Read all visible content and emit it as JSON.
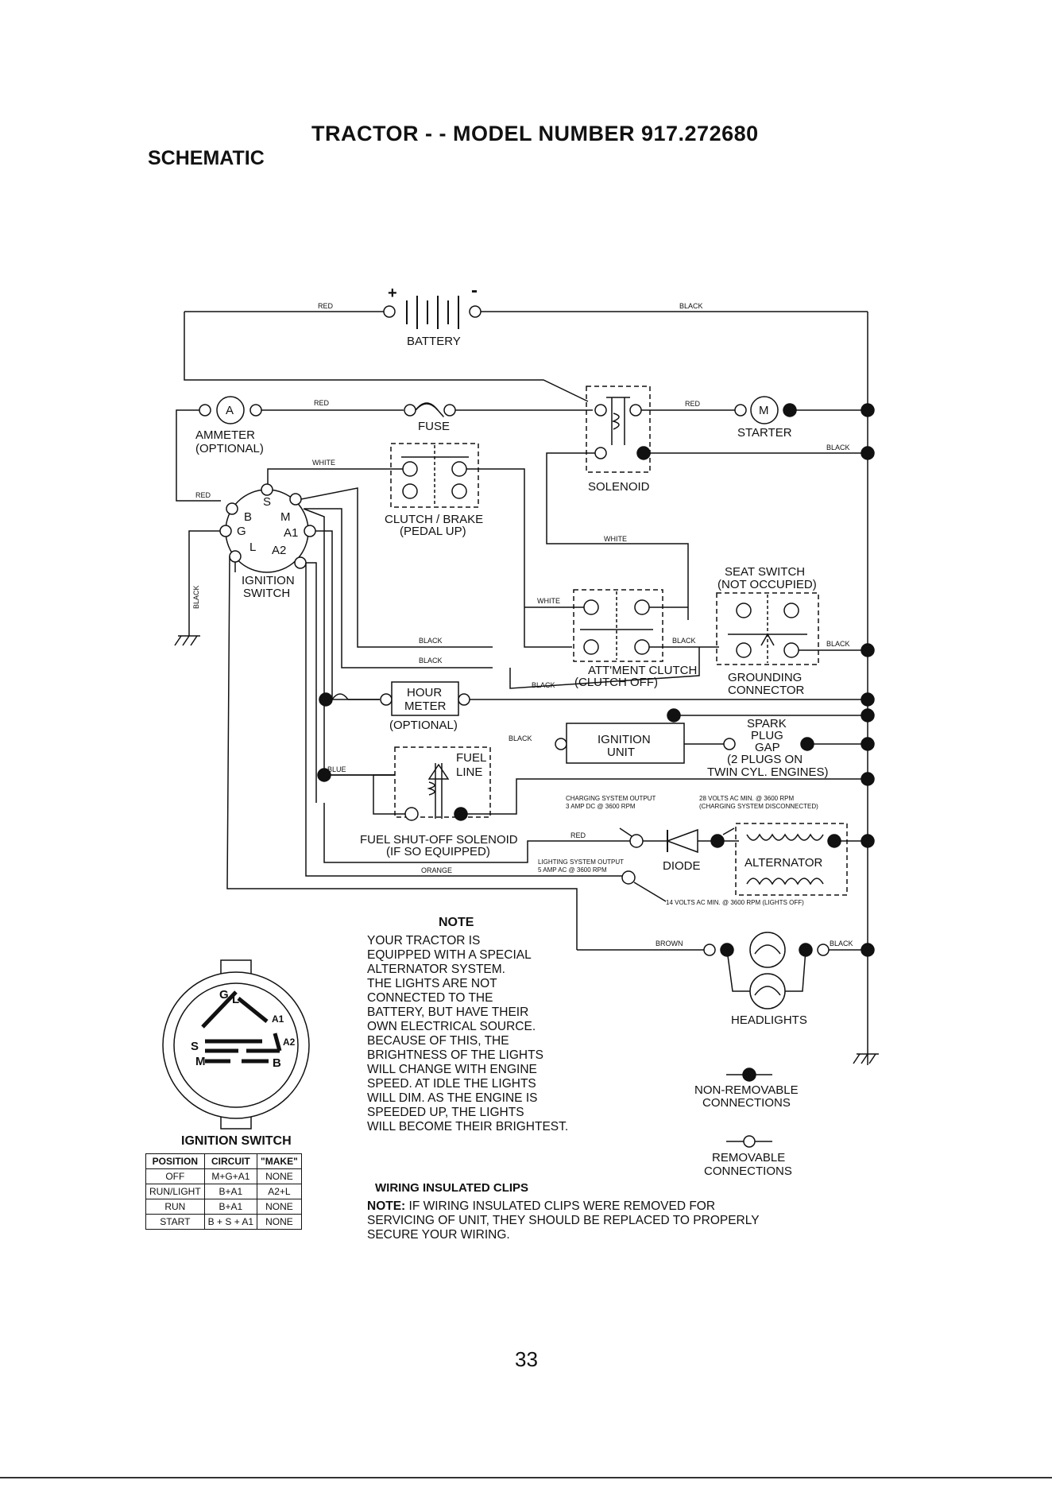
{
  "header": {
    "title": "TRACTOR - - MODEL NUMBER  917.272680",
    "subtitle": "SCHEMATIC"
  },
  "components": {
    "battery": "BATTERY",
    "ammeter_letter": "A",
    "ammeter_l1": "AMMETER",
    "ammeter_l2": "(OPTIONAL)",
    "fuse": "FUSE",
    "solenoid": "SOLENOID",
    "starter_letter": "M",
    "starter": "STARTER",
    "clutch_brake_l1": "CLUTCH / BRAKE",
    "clutch_brake_l2": "(PEDAL UP)",
    "ignition_switch_l1": "IGNITION",
    "ignition_switch_l2": "SWITCH",
    "seat_switch_l1": "SEAT SWITCH",
    "seat_switch_l2": "(NOT OCCUPIED)",
    "attachment_clutch_l1": "ATT'MENT CLUTCH",
    "attachment_clutch_l2": "(CLUTCH OFF)",
    "grounding_l1": "GROUNDING",
    "grounding_l2": "CONNECTOR",
    "hour_meter_l1": "HOUR",
    "hour_meter_l2": "METER",
    "hour_meter_l3": "(OPTIONAL)",
    "ignition_unit_l1": "IGNITION",
    "ignition_unit_l2": "UNIT",
    "spark_l1": "SPARK",
    "spark_l2": "PLUG",
    "spark_l3": "GAP",
    "spark_l4": "(2 PLUGS ON",
    "spark_l5": "TWIN CYL. ENGINES)",
    "fuel_line_l1": "FUEL",
    "fuel_line_l2": "LINE",
    "fuel_sol_l1": "FUEL SHUT-OFF SOLENOID",
    "fuel_sol_l2": "(IF SO EQUIPPED)",
    "diode": "DIODE",
    "alternator": "ALTERNATOR",
    "headlights": "HEADLIGHTS"
  },
  "terminals": {
    "b": "B",
    "s": "S",
    "m": "M",
    "g": "G",
    "a1": "A1",
    "l": "L",
    "a2": "A2"
  },
  "wires": {
    "red": "RED",
    "black": "BLACK",
    "white": "WHITE",
    "blue": "BLUE",
    "orange": "ORANGE",
    "brown": "BROWN"
  },
  "annotations": {
    "charging_l1": "CHARGING SYSTEM OUTPUT",
    "charging_l2": "3 AMP DC @ 3600 RPM",
    "volts28_l1": "28 VOLTS AC MIN. @ 3600 RPM",
    "volts28_l2": "(CHARGING SYSTEM DISCONNECTED)",
    "lighting_l1": "LIGHTING SYSTEM OUTPUT",
    "lighting_l2": "5 AMP AC @ 3600 RPM",
    "volts14": "14 VOLTS AC MIN. @ 3600 RPM (LIGHTS OFF)"
  },
  "legend": {
    "non_removable_l1": "NON-REMOVABLE",
    "non_removable_l2": "CONNECTIONS",
    "removable_l1": "REMOVABLE",
    "removable_l2": "CONNECTIONS"
  },
  "note": {
    "title": "NOTE",
    "body": "YOUR TRACTOR IS\nEQUIPPED WITH A SPECIAL\nALTERNATOR SYSTEM.\nTHE LIGHTS ARE NOT\nCONNECTED TO THE\nBATTERY, BUT HAVE THEIR\nOWN ELECTRICAL SOURCE.\nBECAUSE OF THIS, THE\nBRIGHTNESS OF THE LIGHTS\nWILL CHANGE WITH ENGINE\nSPEED.  AT IDLE THE LIGHTS\nWILL DIM.  AS THE ENGINE IS\nSPEEDED UP, THE LIGHTS\nWILL BECOME THEIR BRIGHTEST."
  },
  "clips": {
    "title": "WIRING INSULATED CLIPS",
    "note_label": "NOTE:",
    "note_text": " IF WIRING INSULATED CLIPS WERE REMOVED FOR SERVICING OF UNIT, THEY SHOULD BE REPLACED TO PROPERLY SECURE YOUR WIRING."
  },
  "ignition_table": {
    "title": "IGNITION SWITCH",
    "headers": [
      "POSITION",
      "CIRCUIT",
      "\"MAKE\""
    ],
    "rows": [
      [
        "OFF",
        "M+G+A1",
        "NONE"
      ],
      [
        "RUN/LIGHT",
        "B+A1",
        "A2+L"
      ],
      [
        "RUN",
        "B+A1",
        "NONE"
      ],
      [
        "START",
        "B + S + A1",
        "NONE"
      ]
    ]
  },
  "switch_diagram_labels": {
    "g": "G",
    "l": "L",
    "a1": "A1",
    "a2": "A2",
    "s": "S",
    "m": "M",
    "b": "B"
  },
  "battery_plus": "+",
  "battery_minus": "-",
  "page_number": "33"
}
